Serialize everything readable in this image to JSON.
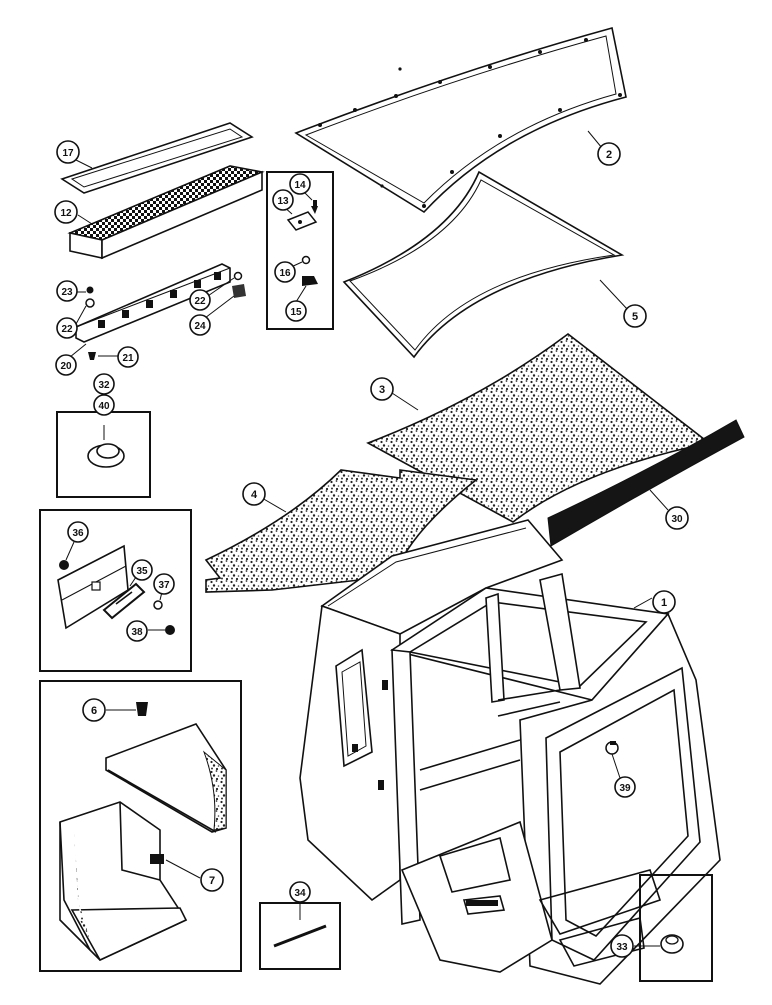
{
  "diagram": {
    "callouts": [
      {
        "id": "c1",
        "label": "1"
      },
      {
        "id": "c2",
        "label": "2"
      },
      {
        "id": "c3",
        "label": "3"
      },
      {
        "id": "c4",
        "label": "4"
      },
      {
        "id": "c5",
        "label": "5"
      },
      {
        "id": "c6",
        "label": "6"
      },
      {
        "id": "c7",
        "label": "7"
      },
      {
        "id": "c12",
        "label": "12"
      },
      {
        "id": "c13",
        "label": "13"
      },
      {
        "id": "c14",
        "label": "14"
      },
      {
        "id": "c15",
        "label": "15"
      },
      {
        "id": "c16",
        "label": "16"
      },
      {
        "id": "c17",
        "label": "17"
      },
      {
        "id": "c20",
        "label": "20"
      },
      {
        "id": "c21",
        "label": "21"
      },
      {
        "id": "c22a",
        "label": "22"
      },
      {
        "id": "c22b",
        "label": "22"
      },
      {
        "id": "c23",
        "label": "23"
      },
      {
        "id": "c24",
        "label": "24"
      },
      {
        "id": "c30",
        "label": "30"
      },
      {
        "id": "c32",
        "label": "32"
      },
      {
        "id": "c33",
        "label": "33"
      },
      {
        "id": "c34",
        "label": "34"
      },
      {
        "id": "c35",
        "label": "35"
      },
      {
        "id": "c36",
        "label": "36"
      },
      {
        "id": "c37",
        "label": "37"
      },
      {
        "id": "c38",
        "label": "38"
      },
      {
        "id": "c39",
        "label": "39"
      },
      {
        "id": "c40",
        "label": "40"
      }
    ]
  }
}
